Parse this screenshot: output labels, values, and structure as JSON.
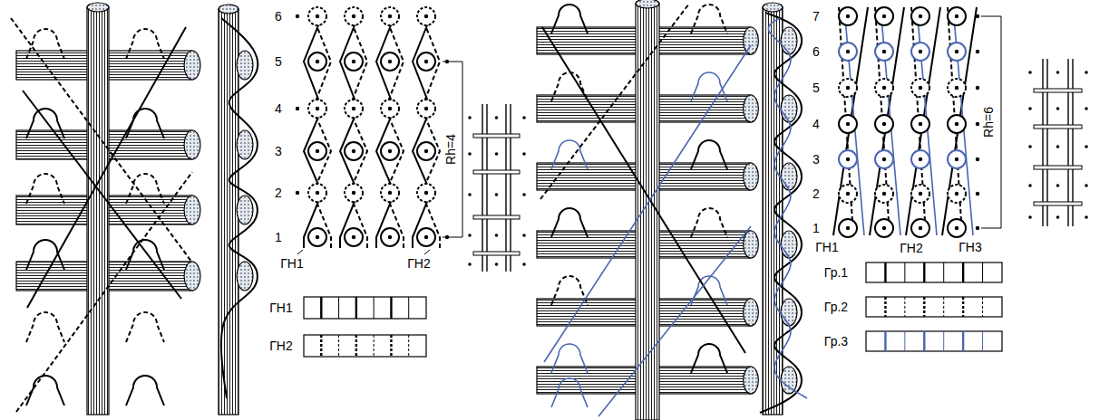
{
  "diagram": {
    "labels": [
      "6",
      "5",
      "4",
      "3",
      "2",
      "1",
      "Rh=4",
      "ГН1",
      "ГН2",
      "ГН1",
      "ГН2",
      "7",
      "6",
      "5",
      "4",
      "3",
      "2",
      "1",
      "Rh=6",
      "ГН1",
      "ГН2",
      "ГН3",
      "Гр.1",
      "Гр.2",
      "Гр.3"
    ]
  }
}
